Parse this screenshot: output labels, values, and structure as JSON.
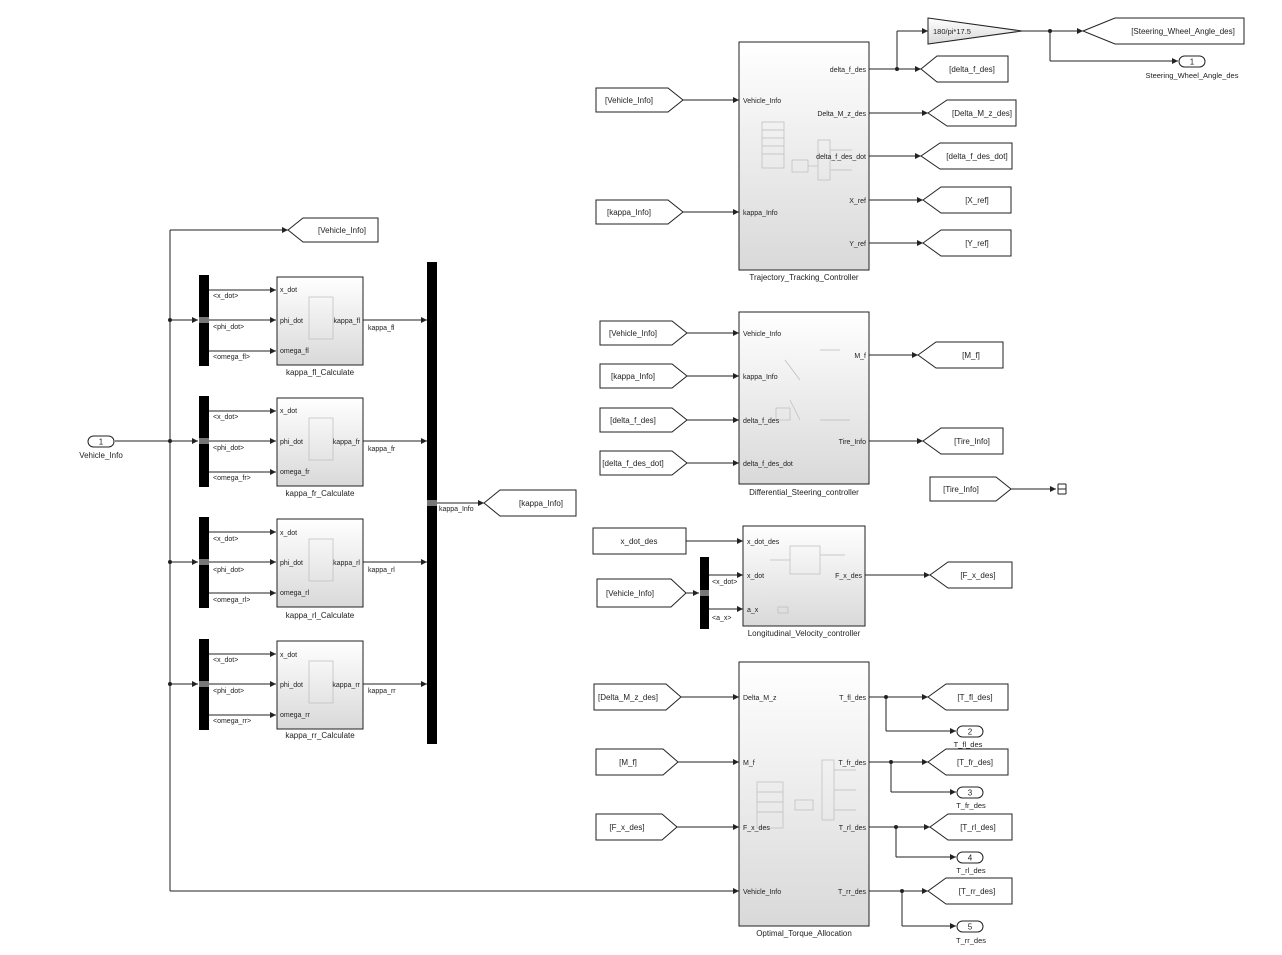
{
  "inports": [
    {
      "num": "1",
      "name": "Vehicle_Info"
    }
  ],
  "outports": [
    {
      "num": "1",
      "name": "Steering_Wheel_Angle_des"
    },
    {
      "num": "2",
      "name": "T_fl_des"
    },
    {
      "num": "3",
      "name": "T_fr_des"
    },
    {
      "num": "4",
      "name": "T_rl_des"
    },
    {
      "num": "5",
      "name": "T_rr_des"
    }
  ],
  "goto_tags": {
    "vehicle_info": "[Vehicle_Info]",
    "kappa_info": "[kappa_Info]",
    "steering_wheel_angle_des": "[Steering_Wheel_Angle_des]",
    "delta_f_des": "[delta_f_des]",
    "delta_m_z_des": "[Delta_M_z_des]",
    "delta_f_des_dot": "[delta_f_des_dot]",
    "x_ref": "[X_ref]",
    "y_ref": "[Y_ref]",
    "m_f": "[M_f]",
    "tire_info": "[Tire_Info]",
    "f_x_des": "[F_x_des]",
    "t_fl_des": "[T_fl_des]",
    "t_fr_des": "[T_fr_des]",
    "t_rl_des": "[T_rl_des]",
    "t_rr_des": "[T_rr_des]"
  },
  "from_tags": {
    "vehicle_info": "[Vehicle_Info]",
    "kappa_info": "[kappa_Info]",
    "delta_f_des": "[delta_f_des]",
    "delta_f_des_dot": "[delta_f_des_dot]",
    "tire_info": "[Tire_Info]",
    "delta_m_z_des": "[Delta_M_z_des]",
    "m_f": "[M_f]",
    "f_x_des": "[F_x_des]"
  },
  "constant": "x_dot_des",
  "gain": "180/pi*17.5",
  "kappa_blocks": [
    {
      "name": "kappa_fl_Calculate",
      "sel": [
        "<x_dot>",
        "<phi_dot>",
        "<omega_fl>"
      ],
      "in": [
        "x_dot",
        "phi_dot",
        "omega_fl"
      ],
      "out": "kappa_fl"
    },
    {
      "name": "kappa_fr_Calculate",
      "sel": [
        "<x_dot>",
        "<phi_dot>",
        "<omega_fr>"
      ],
      "in": [
        "x_dot",
        "phi_dot",
        "omega_fr"
      ],
      "out": "kappa_fr"
    },
    {
      "name": "kappa_rl_Calculate",
      "sel": [
        "<x_dot>",
        "<phi_dot>",
        "<omega_rl>"
      ],
      "in": [
        "x_dot",
        "phi_dot",
        "omega_rl"
      ],
      "out": "kappa_rl"
    },
    {
      "name": "kappa_rr_Calculate",
      "sel": [
        "<x_dot>",
        "<phi_dot>",
        "<omega_rr>"
      ],
      "in": [
        "x_dot",
        "phi_dot",
        "omega_rr"
      ],
      "out": "kappa_rr"
    }
  ],
  "bus_creator": {
    "out_label": "kappa_Info"
  },
  "trajectory_controller": {
    "name": "Trajectory_Tracking_Controller",
    "in": [
      "Vehicle_Info",
      "kappa_Info"
    ],
    "out": [
      "delta_f_des",
      "Delta_M_z_des",
      "delta_f_des_dot",
      "X_ref",
      "Y_ref"
    ]
  },
  "differential_controller": {
    "name": "Differential_Steering_controller",
    "in": [
      "Vehicle_Info",
      "kappa_Info",
      "delta_f_des",
      "delta_f_des_dot"
    ],
    "out": [
      "M_f",
      "Tire_Info"
    ]
  },
  "longitudinal_controller": {
    "name": "Longitudinal_Velocity_controller",
    "sel": [
      "<x_dot>",
      "<a_x>"
    ],
    "in": [
      "x_dot_des",
      "x_dot",
      "a_x"
    ],
    "out": "F_x_des"
  },
  "torque_allocation": {
    "name": "Optimal_Torque_Allocation",
    "in": [
      "Delta_M_z",
      "M_f",
      "F_x_des",
      "Vehicle_Info"
    ],
    "out": [
      "T_fl_des",
      "T_fr_des",
      "T_rl_des",
      "T_rr_des"
    ]
  }
}
